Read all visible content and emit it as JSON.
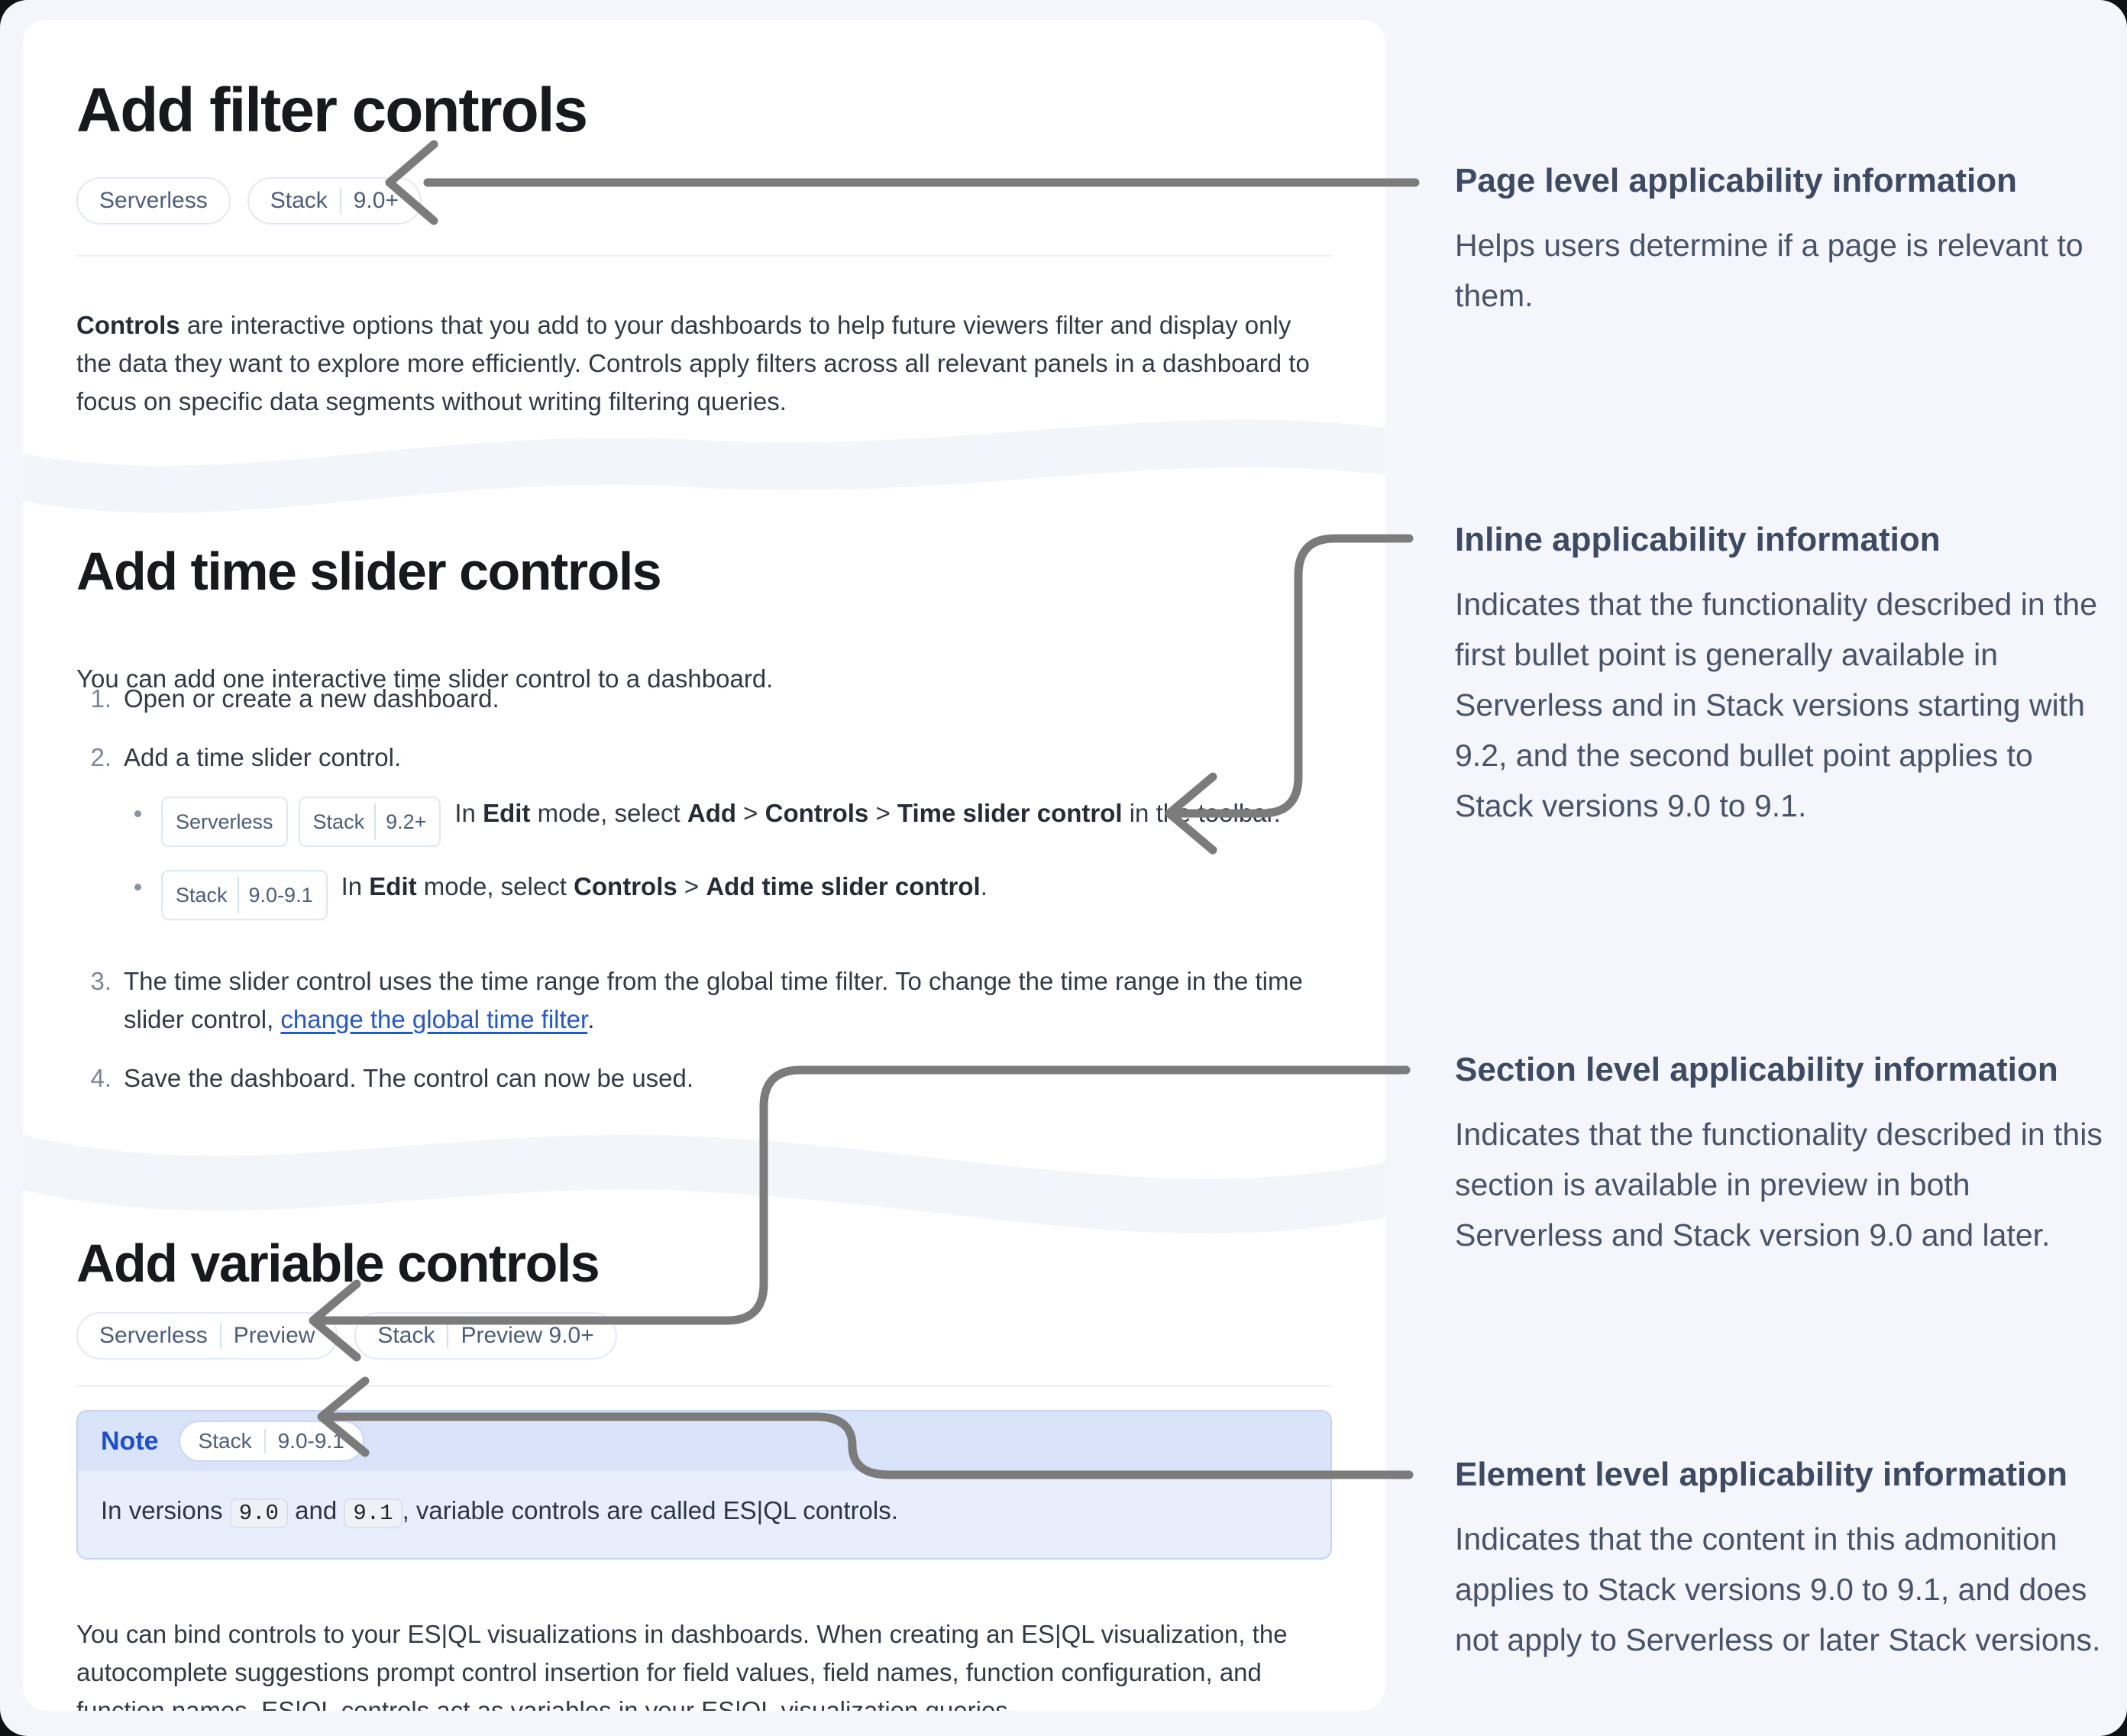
{
  "card1": {
    "title": "Add filter controls",
    "badges": [
      {
        "parts": [
          "Serverless"
        ]
      },
      {
        "parts": [
          "Stack",
          "9.0+"
        ]
      }
    ],
    "paragraph": [
      {
        "b": "Controls"
      },
      {
        "t": " are interactive options that you add to your dashboards to help future viewers filter and display only the data they want to explore more efficiently. Controls apply filters across all relevant panels in a dashboard to focus on specific data segments without writing filtering queries."
      }
    ]
  },
  "card2": {
    "title": "Add time slider controls",
    "intro": "You can add one interactive time slider control to a dashboard.",
    "steps": [
      {
        "num": "1.",
        "segments": [
          {
            "t": "Open or create a new dashboard."
          }
        ]
      },
      {
        "num": "2.",
        "segments": [
          {
            "t": "Add a time slider control."
          }
        ],
        "bullets": [
          {
            "badges": [
              {
                "parts": [
                  "Serverless"
                ]
              },
              {
                "parts": [
                  "Stack",
                  "9.2+"
                ]
              }
            ],
            "segments": [
              {
                "t": "In "
              },
              {
                "b": "Edit"
              },
              {
                "t": " mode, select "
              },
              {
                "b": "Add"
              },
              {
                "t": " > "
              },
              {
                "b": "Controls"
              },
              {
                "t": " > "
              },
              {
                "b": "Time slider control"
              },
              {
                "t": " in the toolbar."
              }
            ]
          },
          {
            "badges": [
              {
                "parts": [
                  "Stack",
                  "9.0-9.1"
                ]
              }
            ],
            "segments": [
              {
                "t": "In "
              },
              {
                "b": "Edit"
              },
              {
                "t": " mode, select "
              },
              {
                "b": "Controls"
              },
              {
                "t": " > "
              },
              {
                "b": "Add time slider control"
              },
              {
                "t": "."
              }
            ]
          }
        ]
      },
      {
        "num": "3.",
        "segments": [
          {
            "t": "The time slider control uses the time range from the global time filter. To change the time range in the time slider control, "
          },
          {
            "a": "change the global time filter"
          },
          {
            "t": "."
          }
        ]
      },
      {
        "num": "4.",
        "segments": [
          {
            "t": "Save the dashboard. The control can now be used."
          }
        ]
      }
    ]
  },
  "card3": {
    "title": "Add variable controls",
    "badges": [
      {
        "parts": [
          "Serverless",
          "Preview"
        ]
      },
      {
        "parts": [
          "Stack",
          "Preview 9.0+"
        ]
      }
    ],
    "note": {
      "label": "Note",
      "badge": [
        {
          "parts": [
            "Stack",
            "9.0-9.1"
          ]
        }
      ],
      "segments": [
        {
          "t": "In versions "
        },
        {
          "c": "9.0"
        },
        {
          "t": " and "
        },
        {
          "c": "9.1"
        },
        {
          "t": ", variable controls are called ES|QL controls."
        }
      ]
    },
    "paragraph": [
      {
        "t": "You can bind controls to your ES|QL visualizations in dashboards. When creating an ES|QL visualization, the autocomplete suggestions prompt control insertion for field values, field names, function configuration, and function names. ES|QL controls act as variables in your ES|QL visualization queries."
      }
    ]
  },
  "annotations": [
    {
      "title": "Page level applicability information",
      "body": "Helps users determine if a page is relevant to them."
    },
    {
      "title": "Inline applicability information",
      "body": "Indicates that the functionality described in the first bullet point is generally available in Serverless and in Stack versions starting with 9.2, and the second bullet point applies to Stack versions 9.0 to 9.1."
    },
    {
      "title": "Section level applicability information",
      "body": "Indicates that the functionality described in this section is available in preview in both Serverless and Stack version 9.0 and later."
    },
    {
      "title": "Element level applicability information",
      "body": "Indicates that the content in this admonition applies to Stack versions 9.0 to 9.1, and does not apply to Serverless or later Stack versions."
    }
  ],
  "colors": {
    "page_background": "#f4f6fb",
    "card_background": "#ffffff",
    "heading": "#17191d",
    "body_text": "#333a46",
    "annotation_text": "#46536b",
    "badge_text": "#4d5d7d",
    "badge_border": "#e2e8f4",
    "arrow": "#7b7b7b",
    "link": "#2457d6",
    "note_header": "#d9e4fb",
    "note_body": "#e8eefc",
    "note_border": "#c4d4f2",
    "note_label": "#1d4ecf"
  }
}
